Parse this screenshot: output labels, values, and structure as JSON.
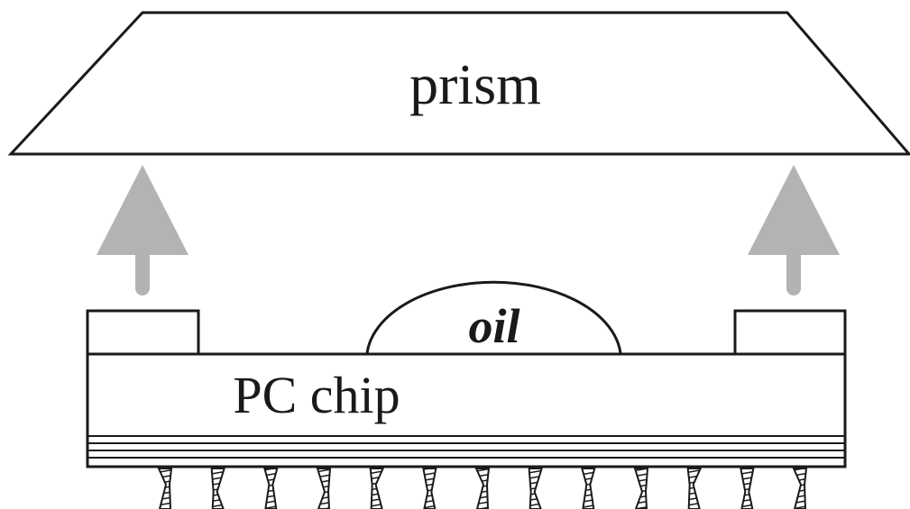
{
  "diagram": {
    "labels": {
      "prism": "prism",
      "oil": "oil",
      "chip": "PC chip"
    },
    "colors": {
      "stroke": "#1a1a1a",
      "arrow": "#b3b3b3",
      "background": "#ffffff"
    },
    "arrows": [
      {
        "id": "left-arrow",
        "direction": "up"
      },
      {
        "id": "right-arrow",
        "direction": "up"
      }
    ],
    "chip_layers": 3,
    "stalk_count": 13
  }
}
